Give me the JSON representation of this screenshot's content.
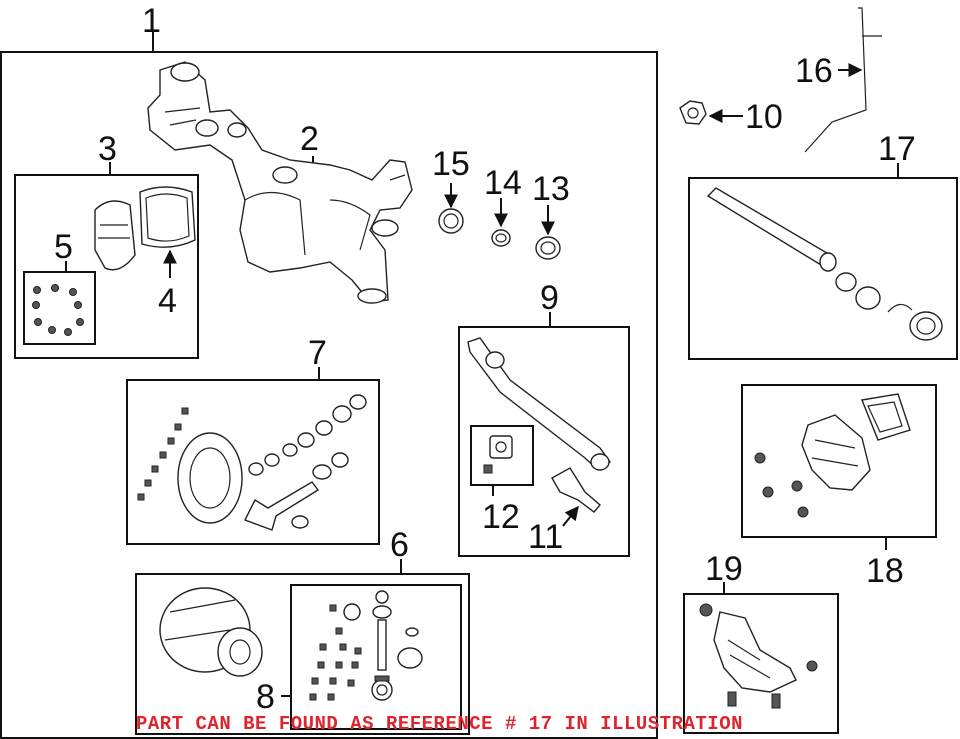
{
  "callouts": {
    "c1": "1",
    "c2": "2",
    "c3": "3",
    "c4": "4",
    "c5": "5",
    "c6": "6",
    "c7": "7",
    "c8": "8",
    "c9": "9",
    "c10": "10",
    "c11": "11",
    "c12": "12",
    "c13": "13",
    "c14": "14",
    "c15": "15",
    "c16": "16",
    "c17": "17",
    "c18": "18",
    "c19": "19"
  },
  "notice": {
    "text": "PART CAN BE FOUND AS REFERENCE # 17 IN ILLUSTRATION",
    "color": "#e0242b"
  },
  "icons": [
    "axle-housing-icon",
    "cover-icon",
    "gasket-icon",
    "bolt-icon",
    "seal-icon",
    "ring-gear-icon",
    "pinion-gear-icon",
    "shaft-icon",
    "u-joint-icon",
    "nut-icon",
    "vent-hose-icon",
    "differential-case-icon",
    "actuator-icon",
    "skid-plate-icon"
  ]
}
